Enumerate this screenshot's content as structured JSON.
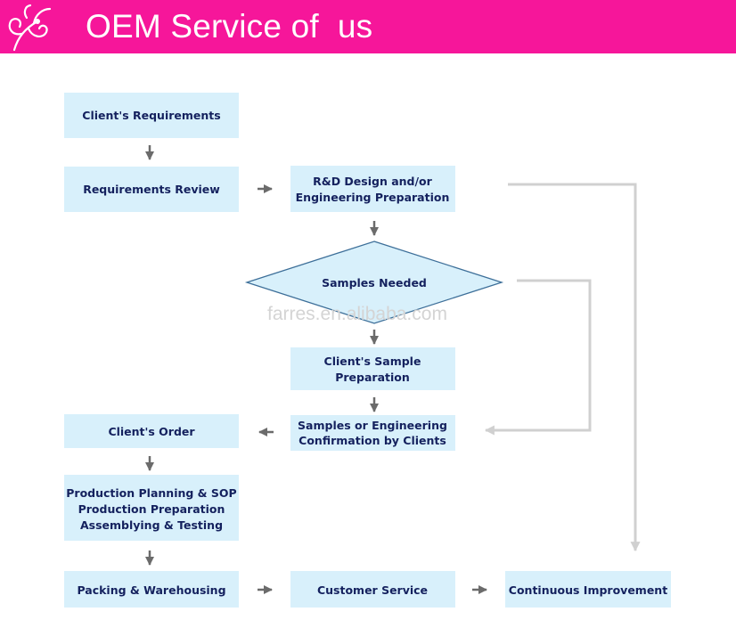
{
  "header": {
    "title": "OEM Service of  us",
    "background_color": "#f6169a",
    "logo_icon": "flower-swirl-icon"
  },
  "watermark": "farres.en.alibaba.com",
  "colors": {
    "box_fill": "#d8f0fb",
    "box_text": "#14215e",
    "arrow_dark": "#6b6b6b",
    "arrow_light": "#d0d0d0"
  },
  "flow": {
    "nodes": {
      "clients_requirements": {
        "lines": [
          "Client's Requirements"
        ]
      },
      "requirements_review": {
        "lines": [
          "Requirements Review"
        ]
      },
      "rd_design": {
        "lines": [
          "R&D Design and/or",
          "Engineering Preparation"
        ]
      },
      "samples_needed": {
        "lines": [
          "Samples Needed"
        ]
      },
      "client_sample_preparation": {
        "lines": [
          "Client's Sample",
          "Preparation"
        ]
      },
      "samples_confirmation": {
        "lines": [
          "Samples or Engineering",
          "Confirmation by Clients"
        ]
      },
      "clients_order": {
        "lines": [
          "Client's Order"
        ]
      },
      "production_planning": {
        "lines": [
          "Production Planning & SOP",
          "Production Preparation",
          "Assemblying & Testing"
        ]
      },
      "packing_warehousing": {
        "lines": [
          "Packing & Warehousing"
        ]
      },
      "customer_service": {
        "lines": [
          "Customer Service"
        ]
      },
      "continuous_improvement": {
        "lines": [
          "Continuous Improvement"
        ]
      }
    }
  }
}
